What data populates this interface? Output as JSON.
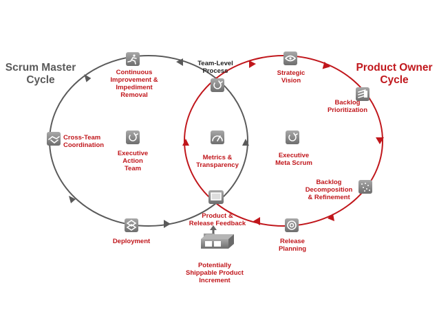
{
  "titles": {
    "scrum_master": "Scrum  Master\nCycle",
    "product_owner": "Product Owner\nCycle"
  },
  "labels": {
    "continuous_improvement": "Continuous\nImprovement &\nImpediment\nRemoval",
    "team_level_process": "Team-Level\nProcess",
    "strategic_vision": "Strategic\nVision",
    "backlog_prioritization": "Backlog\nPrioritization",
    "cross_team_coordination": "Cross-Team\nCoordination",
    "executive_action_team": "Executive\nAction\nTeam",
    "metrics_transparency": "Metrics &\nTransparency",
    "executive_meta_scrum": "Executive\nMeta Scrum",
    "backlog_decomposition": "Backlog\nDecomposition\n& Refinement",
    "product_release_feedback": "Product &\nRelease Feedback",
    "deployment": "Deployment",
    "release_planning": "Release\nPlanning",
    "potentially_shippable": "Potentially\nShippable Product\nIncrement"
  },
  "colors": {
    "scrum_master": "#5a5a5a",
    "product_owner": "#c0161b",
    "icon_bg": "#8a8a8a"
  },
  "icons": [
    "runner-icon",
    "cycle-icon",
    "eye-icon",
    "stack-icon",
    "handshake-icon",
    "gauge-icon",
    "scatter-icon",
    "screen-icon",
    "dropbox-icon",
    "target-icon",
    "shippable-box-icon"
  ]
}
